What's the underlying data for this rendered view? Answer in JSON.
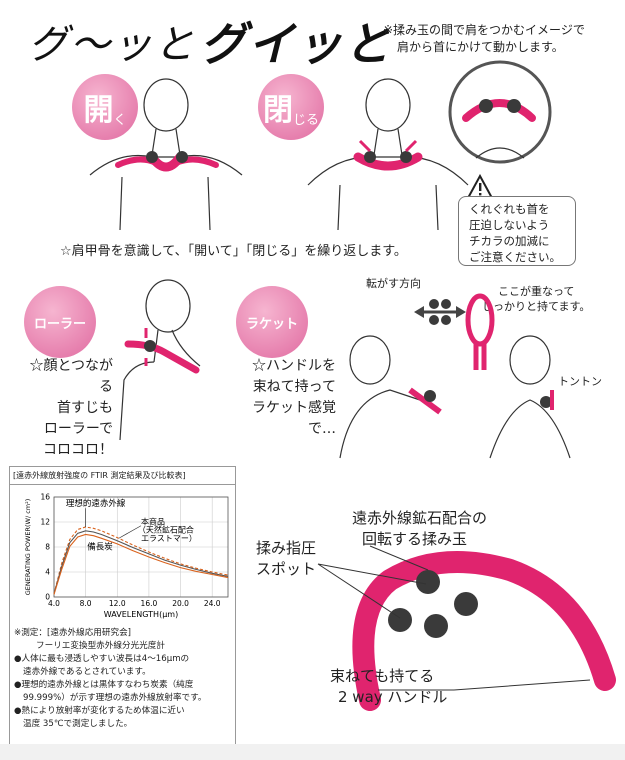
{
  "header": {
    "title_left": "グ〜ッと",
    "title_right": "グイッと",
    "note_line1": "※揉み玉の間で肩をつかむイメージで",
    "note_line2": "肩から首にかけて動かします。"
  },
  "badges": {
    "open_main": "開",
    "open_sub": "く",
    "close_main": "閉",
    "close_sub": "じる",
    "roller": "ローラー",
    "racket": "ラケット"
  },
  "caution": {
    "line1": "くれぐれも首を",
    "line2": "圧迫しないよう",
    "line3": "チカラの加減に",
    "line4": "ご注意ください。"
  },
  "instruction": "☆肩甲骨を意識して、「開いて」「閉じる」を繰り返します。",
  "roller_text": [
    "☆顔とつながる",
    "首すじも",
    "ローラーで",
    "コロコロ！"
  ],
  "racket_text": [
    "☆ハンドルを",
    "束ねて持って",
    "ラケット感覚で…"
  ],
  "labels": {
    "rotate_dir": "転がす方向",
    "overlap_1": "ここが重なって",
    "overlap_2": "しっかりと持てます。",
    "tonton": "トントン"
  },
  "chart_box": {
    "header": "[遠赤外線放射強度の FTIR 測定結果及び比較表]",
    "notes": [
      "※測定：[遠赤外線応用研究会]",
      "フーリエ変換型赤外線分光光度計",
      "●人体に最も浸透しやすい波長は4〜16μmの",
      "遠赤外線であるとされています。",
      "●理想的遠赤外線とは黒体すなわち炭素（純度",
      "99.999%）が示す理想の遠赤外線放射率です。",
      "●熱により放射率が変化するため体温に近い",
      "温度 35℃で測定しました。"
    ]
  },
  "chart_data": {
    "type": "line",
    "xlabel": "WAVELENGTH(μm)",
    "ylabel": "GENERATING POWER(W/ cm²)",
    "xlim": [
      4.0,
      26.0
    ],
    "ylim": [
      0,
      16
    ],
    "x_ticks": [
      "4.0",
      "8.0",
      "12.0",
      "16.0",
      "20.0",
      "24.0"
    ],
    "y_ticks": [
      "0",
      "4",
      "8",
      "12",
      "16"
    ],
    "grid": true,
    "annotations": [
      "理想的遠赤外線",
      "本商品",
      "（天然鉱石配合",
      "エラストマー）",
      "備長炭"
    ],
    "series": [
      {
        "name": "理想的遠赤外線",
        "color": "#d9621c",
        "dash": "3,2",
        "x": [
          4.0,
          5.0,
          6.0,
          7.0,
          8.0,
          9.0,
          10.0,
          12.0,
          14.0,
          16.0,
          18.0,
          20.0,
          22.0,
          24.0,
          26.0
        ],
        "y": [
          0.5,
          5.5,
          9.2,
          10.8,
          11.2,
          11.0,
          10.6,
          9.5,
          8.3,
          7.2,
          6.2,
          5.3,
          4.6,
          4.0,
          3.5
        ]
      },
      {
        "name": "本商品",
        "color": "#555555",
        "dash": "",
        "x": [
          4.0,
          5.0,
          6.0,
          7.0,
          8.0,
          9.0,
          10.0,
          12.0,
          14.0,
          16.0,
          18.0,
          20.0,
          22.0,
          24.0,
          26.0
        ],
        "y": [
          0.5,
          5.0,
          8.7,
          10.2,
          10.6,
          10.4,
          10.0,
          9.0,
          7.9,
          6.9,
          5.9,
          5.1,
          4.4,
          3.8,
          3.3
        ]
      },
      {
        "name": "備長炭",
        "color": "#d9621c",
        "dash": "",
        "x": [
          4.0,
          5.0,
          6.0,
          7.0,
          8.0,
          9.0,
          10.0,
          12.0,
          14.0,
          16.0,
          18.0,
          20.0,
          22.0,
          24.0,
          26.0
        ],
        "y": [
          0.4,
          4.5,
          8.1,
          9.6,
          10.0,
          9.8,
          9.4,
          8.5,
          7.4,
          6.4,
          5.5,
          4.7,
          4.1,
          3.6,
          3.1
        ]
      }
    ]
  },
  "product": {
    "callout_top_1": "遠赤外線鉱石配合の",
    "callout_top_2": "回転する揉み玉",
    "callout_left_1": "揉み指圧",
    "callout_left_2": "スポット",
    "callout_bottom_1": "束ねても持てる",
    "callout_bottom_2": "2 way ハンドル",
    "color_handle": "#e0246e",
    "color_ball": "#3a3a3a"
  }
}
